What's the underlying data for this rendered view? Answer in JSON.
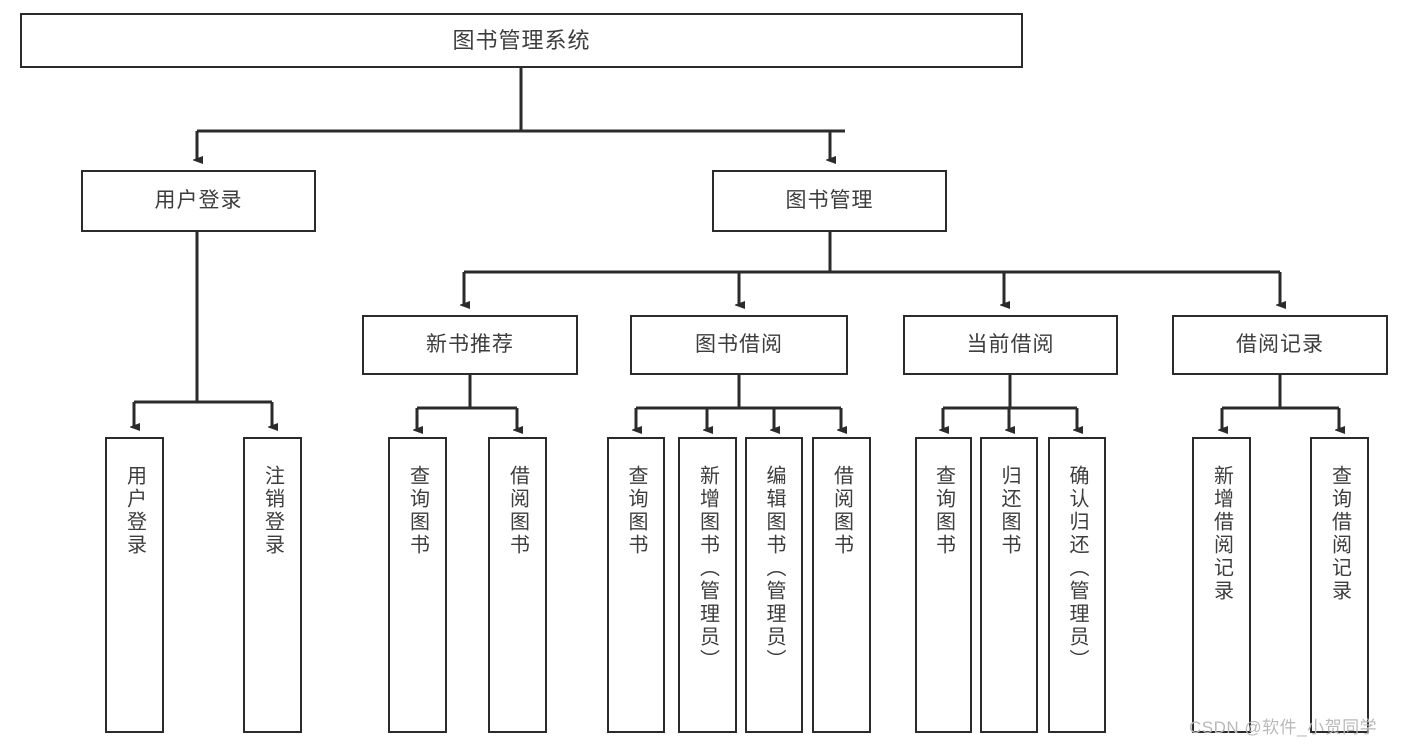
{
  "diagram": {
    "title": "图书管理系统",
    "type": "tree",
    "watermark": "CSDN @软件_小贺同学",
    "colors": {
      "border": "#2b2b2b",
      "text": "#3d3d3d",
      "background": "#ffffff",
      "edge": "#2b2b2b",
      "watermark": "#b9b9b9"
    },
    "nodes": {
      "root": {
        "label": "图书管理系统"
      },
      "level2": [
        {
          "id": "user-login",
          "label": "用户登录"
        },
        {
          "id": "book-manage",
          "label": "图书管理"
        }
      ],
      "level3": [
        {
          "id": "new-book-recommend",
          "label": "新书推荐"
        },
        {
          "id": "book-borrow",
          "label": "图书借阅"
        },
        {
          "id": "current-borrow",
          "label": "当前借阅"
        },
        {
          "id": "borrow-record",
          "label": "借阅记录"
        }
      ],
      "leaves": {
        "user-login": [
          {
            "id": "leaf-user-login",
            "label": "用户登录"
          },
          {
            "id": "leaf-logout-login",
            "label": "注销登录"
          }
        ],
        "new-book-recommend": [
          {
            "id": "leaf-query-book-1",
            "label": "查询图书"
          },
          {
            "id": "leaf-borrow-book-1",
            "label": "借阅图书"
          }
        ],
        "book-borrow": [
          {
            "id": "leaf-query-book-2",
            "label": "查询图书"
          },
          {
            "id": "leaf-add-book",
            "label": "新增图书（管理员）"
          },
          {
            "id": "leaf-edit-book",
            "label": "编辑图书（管理员）"
          },
          {
            "id": "leaf-borrow-book-2",
            "label": "借阅图书"
          }
        ],
        "current-borrow": [
          {
            "id": "leaf-query-book-3",
            "label": "查询图书"
          },
          {
            "id": "leaf-return-book",
            "label": "归还图书"
          },
          {
            "id": "leaf-confirm-return",
            "label": "确认归还（管理员）"
          }
        ],
        "borrow-record": [
          {
            "id": "leaf-add-record",
            "label": "新增借阅记录"
          },
          {
            "id": "leaf-query-record",
            "label": "查询借阅记录"
          }
        ]
      }
    }
  }
}
